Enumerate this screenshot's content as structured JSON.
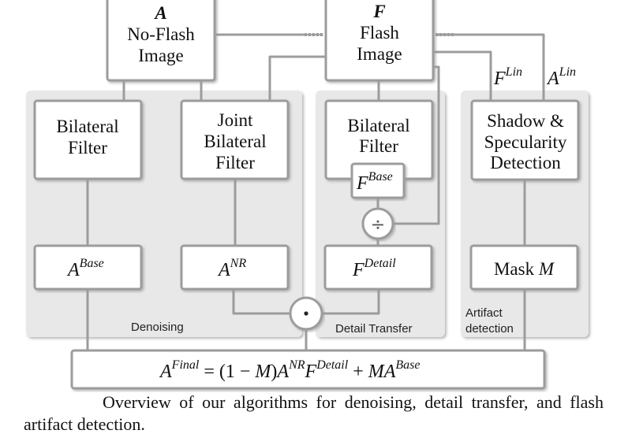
{
  "inputs": {
    "no_flash": {
      "symbol": "A",
      "line1": "No-Flash",
      "line2": "Image"
    },
    "flash": {
      "symbol": "F",
      "line1": "Flash",
      "line2": "Image"
    }
  },
  "panels": {
    "denoising": "Denoising",
    "detail_transfer": "Detail Transfer",
    "artifact_line1": "Artifact",
    "artifact_line2": "detection"
  },
  "filters": {
    "bilateral_a": {
      "line1": "Bilateral",
      "line2": "Filter"
    },
    "joint_bilateral": {
      "line1": "Joint",
      "line2": "Bilateral",
      "line3": "Filter"
    },
    "bilateral_f": {
      "line1": "Bilateral",
      "line2": "Filter"
    },
    "shadow": {
      "line1": "Shadow &",
      "line2": "Specularity",
      "line3": "Detection"
    }
  },
  "signals": {
    "f_lin": {
      "base": "F",
      "sup": "Lin"
    },
    "a_lin": {
      "base": "A",
      "sup": "Lin"
    },
    "f_base": {
      "base": "F",
      "sup": "Base"
    },
    "a_base": {
      "base": "A",
      "sup": "Base"
    },
    "a_nr": {
      "base": "A",
      "sup": "NR"
    },
    "f_detail": {
      "base": "F",
      "sup": "Detail"
    },
    "mask": {
      "text": "Mask",
      "var": "M"
    }
  },
  "operators": {
    "divide": "÷",
    "multiply": "·"
  },
  "formula": {
    "lhs": "A",
    "lhs_sup": "Final",
    "eq": " = (1 − ",
    "m1": "M",
    "close": ")",
    "t1": "A",
    "t1_sup": "NR",
    "t2": "F",
    "t2_sup": "Detail",
    "plus": " + ",
    "t3": "MA",
    "t3_sup": "Base"
  },
  "caption": "Overview of our algorithms for denoising, detail transfer, and flash artifact detection."
}
